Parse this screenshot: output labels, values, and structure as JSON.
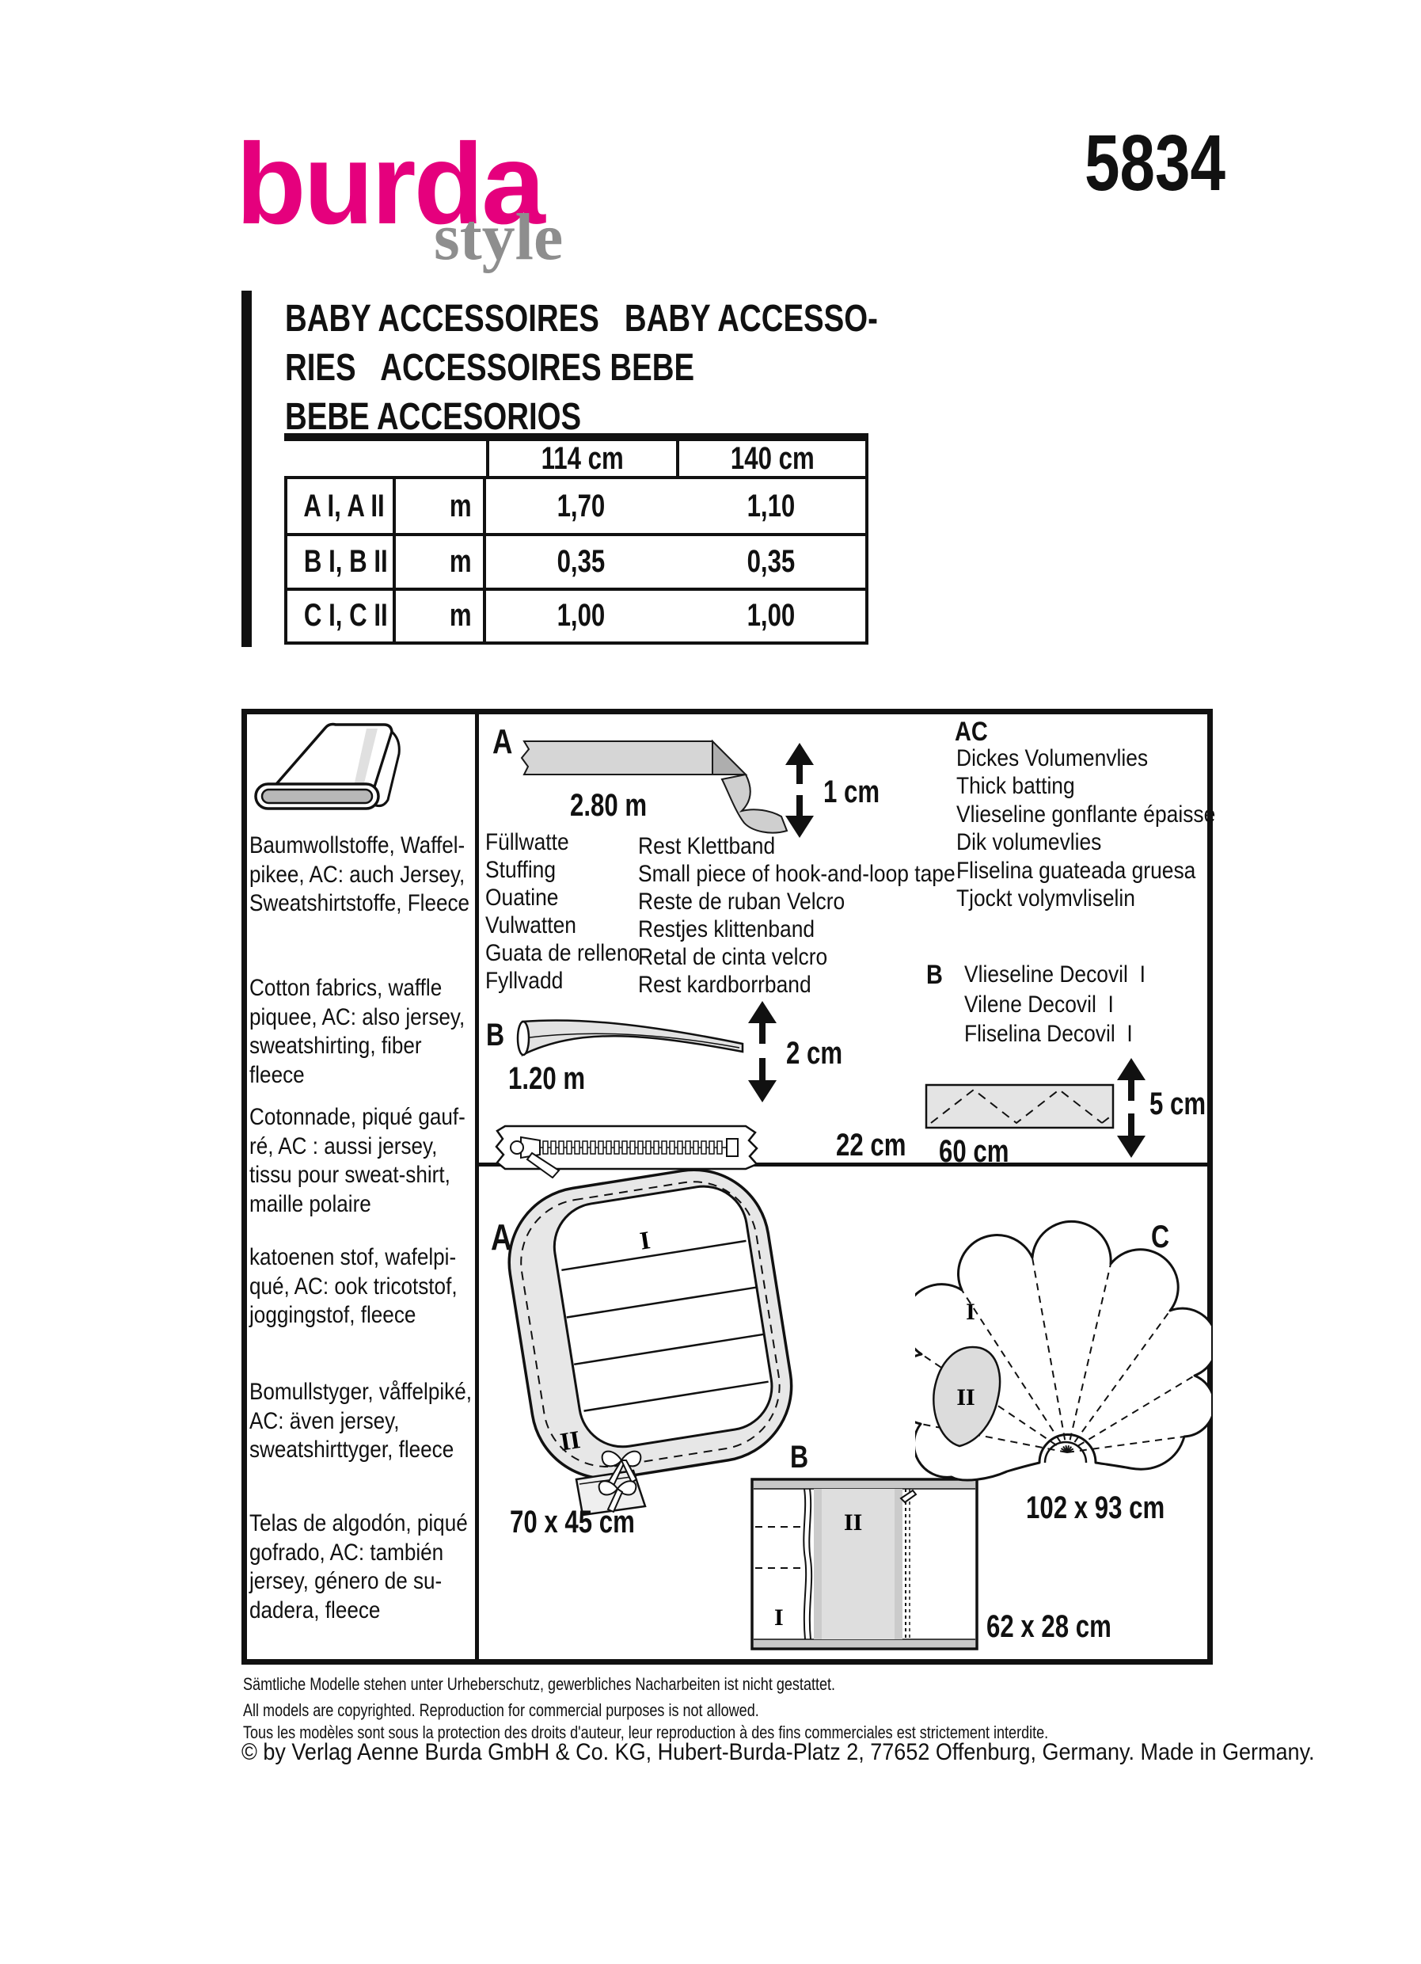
{
  "header": {
    "logo_main": "burda",
    "logo_sub": "style",
    "pattern_number": "5834",
    "logo_color": "#e5007d"
  },
  "title": {
    "line1": "BABY ACCESSOIRES   BABY ACCESSO-",
    "line2": "RIES   ACCESSOIRES BEBE",
    "line3": "BEBE ACCESORIOS"
  },
  "fabric_table": {
    "col_headers": [
      "114 cm",
      "140 cm"
    ],
    "rows": [
      {
        "label": "A I, A II",
        "unit": "m",
        "v114": "1,70",
        "v140": "1,10"
      },
      {
        "label": "B I, B II",
        "unit": "m",
        "v114": "0,35",
        "v140": "0,35"
      },
      {
        "label": "C I, C II",
        "unit": "m",
        "v114": "1,00",
        "v140": "1,00"
      }
    ]
  },
  "materials": {
    "de": "Baumwollstoffe, Waffel-\npikee, AC: auch Jersey,\nSweatshirtstoffe, Fleece",
    "en": "Cotton fabrics, waffle\npiquee, AC: also jersey,\nsweatshirting, fiber\nfleece",
    "fr": "Cotonnade, piqué gauf-\nré, AC : aussi jersey,\ntissu pour sweat-shirt,\nmaille polaire",
    "nl": "katoenen stof, wafelpi-\nqué, AC: ook tricotstof,\njoggingstof, fleece",
    "sv": "Bomullstyger, våffelpiké,\nAC: även jersey,\nsweatshirttyger, fleece",
    "es": "Telas de algodón, piqué\ngofrado, AC: también\njersey, género de su-\ndadera, fleece"
  },
  "notions": {
    "a_label": "A",
    "a_length": "2.80 m",
    "a_width": "1 cm",
    "stuffing_lines": "Füllwatte\nStuffing\nOuatine\nVulwatten\nGuata de relleno\nFyllvadd",
    "velcro_lines": "Rest Klettband\nSmall piece of hook-and-loop tape\nReste de ruban Velcro\nRestjes klittenband\nRetal de cinta velcro\nRest kardborrband",
    "ac_label": "AC",
    "batting_lines": "Dickes Volumenvlies\nThick batting\nVlieseline gonflante épaisse\nDik volumevlies\nFliselina guateada gruesa\nTjockt volymvliselin",
    "b_label": "B",
    "decovil_lines": "Vlieseline Decovil  I\nVilene Decovil  I\nFliselina Decovil  I",
    "b2_label": "B",
    "b_length": "1.20 m",
    "b_width": "2 cm",
    "zipper_length": "22 cm",
    "strip_length": "60 cm",
    "strip_width": "5 cm"
  },
  "models": {
    "a_label": "A",
    "a_size": "70 x 45 cm",
    "a_piece1": "I",
    "a_piece2": "II",
    "b_label": "B",
    "b_size": "62 x 28 cm",
    "b_piece1": "I",
    "b_piece2": "II",
    "c_label": "C",
    "c_size": "102 x 93 cm",
    "c_piece1": "I",
    "c_piece2": "II"
  },
  "footer": {
    "line_de": "Sämtliche Modelle stehen unter Urheberschutz, gewerbliches Nacharbeiten ist nicht gestattet.",
    "line_en": "All models are copyrighted. Reproduction for commercial purposes is not allowed.",
    "line_fr": "Tous les modèles sont sous la protection des droits d'auteur, leur reproduction à des fins commerciales est strictement interdite.",
    "line_copyright": "© by Verlag Aenne Burda GmbH & Co. KG, Hubert-Burda-Platz 2, 77652 Offenburg, Germany. Made in Germany."
  }
}
